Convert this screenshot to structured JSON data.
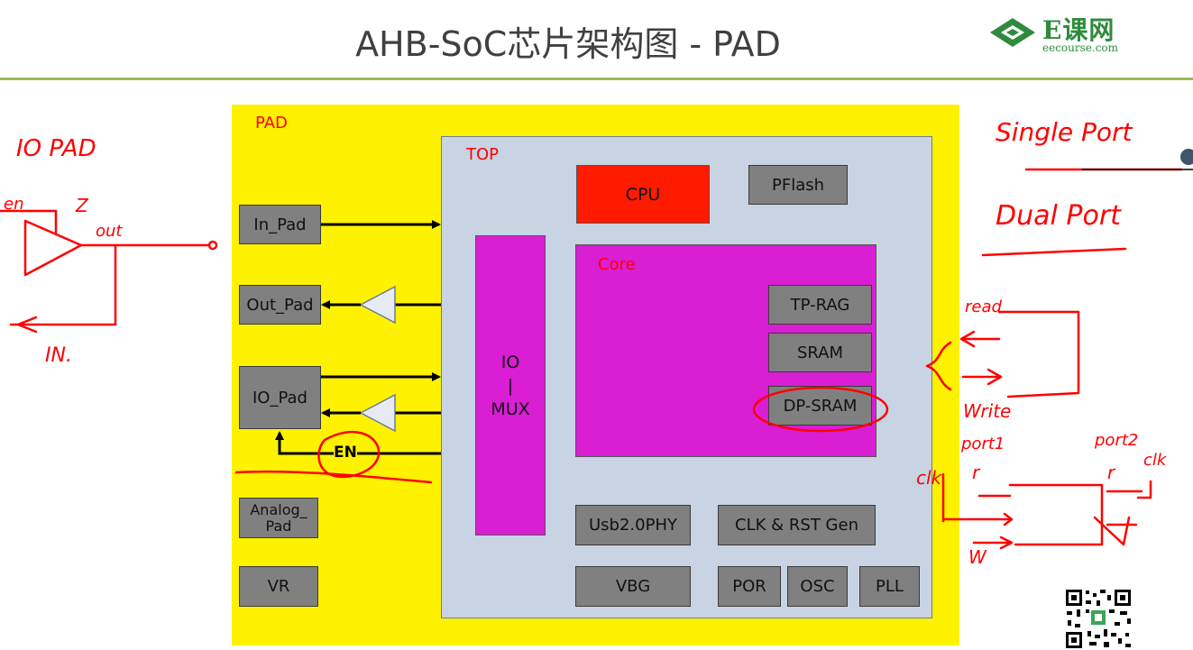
{
  "header": {
    "title": "AHB-SoC芯片架构图 - PAD",
    "logo_text": "E课网",
    "logo_sub": "eecourse.com"
  },
  "diagram": {
    "pad_label": "PAD",
    "top_label": "TOP",
    "core_label": "Core",
    "pads": {
      "in": "In_Pad",
      "out": "Out_Pad",
      "io": "IO_Pad",
      "analog_line1": "Analog_",
      "analog_line2": "Pad",
      "vr": "VR"
    },
    "en_label": "EN",
    "cpu": "CPU",
    "pflash": "PFlash",
    "mux_line1": "IO",
    "mux_line2": "|",
    "mux_line3": "MUX",
    "tp_rag": "TP-RAG",
    "sram": "SRAM",
    "dp_sram": "DP-SRAM",
    "usb": "Usb2.0PHY",
    "clk_rst": "CLK & RST Gen",
    "vbg": "VBG",
    "por": "POR",
    "osc": "OSC",
    "pll": "PLL"
  },
  "annotations": {
    "io_pad": "IO PAD",
    "en": "en",
    "z": "Z",
    "out": "out",
    "in": "IN.",
    "single_port": "Single Port",
    "dual_port": "Dual Port",
    "read": "read",
    "write": "Write",
    "port1": "port1",
    "port2": "port2",
    "clk": "clk",
    "r1": "r",
    "r2": "r",
    "w": "W",
    "clk2": "clk"
  },
  "colors": {
    "pad": "#fff200",
    "top": "#c8d4e4",
    "cpu": "#ff1a00",
    "core": "#d91ed3",
    "block": "#808080",
    "annotation": "#ff0000",
    "rule": "#9bbb59",
    "logo": "#2e8b3d"
  }
}
